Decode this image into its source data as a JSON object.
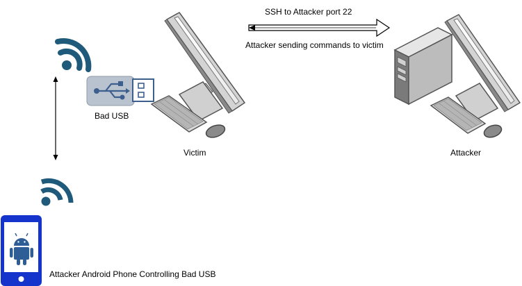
{
  "labels": {
    "ssh_label": "SSH to Attacker port 22",
    "commands_label": "Attacker sending commands to victim",
    "bad_usb_label": "Bad USB",
    "victim_label": "Victim",
    "attacker_label": "Attacker",
    "phone_label": "Attacker Android Phone Controlling Bad USB"
  },
  "icons": {
    "wifi": "wifi-icon",
    "usb": "usb-drive-icon",
    "monitor": "desktop-monitor-icon",
    "keyboard": "keyboard-icon",
    "mouse": "mouse-icon",
    "tower": "pc-tower-icon",
    "phone": "smartphone-icon",
    "android": "android-robot-icon"
  },
  "colors": {
    "wifi": "#1f5a7a",
    "usb_body": "#b9c3cf",
    "usb_symbol": "#3d5f8d",
    "phone": "#1434cb",
    "android": "#2f5d95",
    "device_gray": "#d9d9d9",
    "device_dark": "#6b6b6b"
  }
}
